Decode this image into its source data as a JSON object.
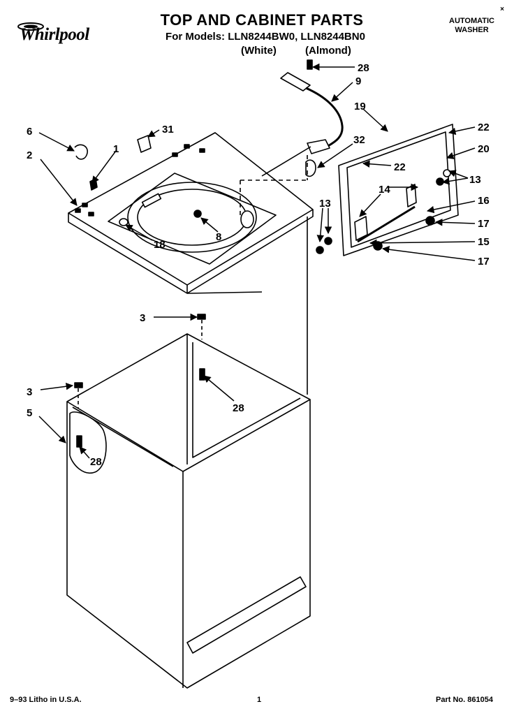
{
  "header": {
    "brand": "Whirlpool",
    "title": "TOP AND CABINET PARTS",
    "models_line": "For Models: LLN8244BW0, LLN8244BN0",
    "variant_white": "(White)",
    "variant_almond": "(Almond)",
    "product_type_line1": "AUTOMATIC",
    "product_type_line2": "WASHER",
    "corner_mark": "×"
  },
  "callouts": [
    "28",
    "9",
    "6",
    "31",
    "1",
    "2",
    "19",
    "32",
    "22",
    "20",
    "22",
    "13",
    "14",
    "16",
    "13",
    "17",
    "15",
    "17",
    "8",
    "18",
    "3",
    "3",
    "28",
    "5",
    "28"
  ],
  "footer": {
    "litho": "9–93 Litho in U.S.A.",
    "page": "1",
    "part_no": "Part No. 861054"
  }
}
